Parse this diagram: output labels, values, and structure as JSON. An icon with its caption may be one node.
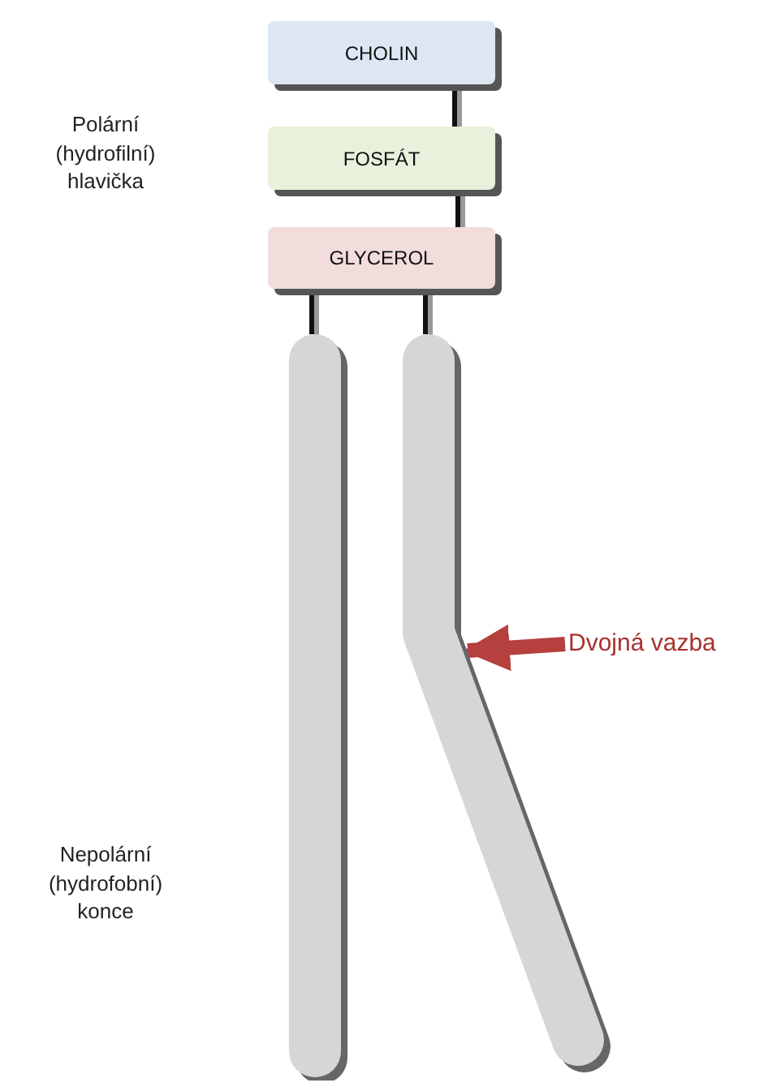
{
  "diagram": {
    "nodes": [
      {
        "text": [
          "CHOLIN"
        ]
      },
      {
        "text": [
          "FOSFÁT"
        ]
      },
      {
        "text": [
          "GLYCEROL"
        ]
      },
      {
        "text": [],
        "shape": "bar"
      },
      {
        "text": [],
        "shape": "bar"
      },
      {
        "text": [
          "Dvojná vazba"
        ]
      }
    ],
    "edges": [
      {
        "from": 0,
        "to": 1,
        "arrow": "none"
      },
      {
        "from": 1,
        "to": 2,
        "arrow": "none"
      },
      {
        "from": 2,
        "to": 3,
        "arrow": "none"
      },
      {
        "from": 2,
        "to": 4,
        "arrow": "none"
      },
      {
        "from": 5,
        "to": 4,
        "arrow": "to",
        "style": "thick",
        "color": "#b5403e"
      }
    ],
    "labels": [
      "Polární (hydrofilní) hlavička",
      "Nepolární (hydrofobní) konce"
    ]
  }
}
